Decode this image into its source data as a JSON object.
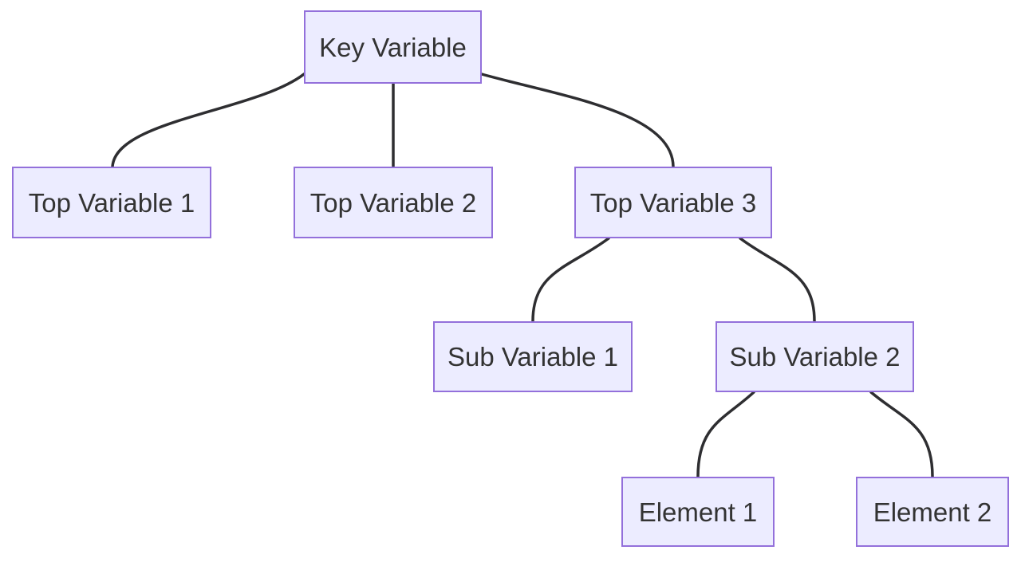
{
  "diagram": {
    "type": "tree-flowchart",
    "title": "",
    "nodes": [
      {
        "id": "key",
        "label": "Key Variable",
        "level": 0
      },
      {
        "id": "top1",
        "label": "Top Variable 1",
        "level": 1
      },
      {
        "id": "top2",
        "label": "Top Variable 2",
        "level": 1
      },
      {
        "id": "top3",
        "label": "Top Variable 3",
        "level": 1
      },
      {
        "id": "sub1",
        "label": "Sub Variable 1",
        "level": 2
      },
      {
        "id": "sub2",
        "label": "Sub Variable 2",
        "level": 2
      },
      {
        "id": "el1",
        "label": "Element 1",
        "level": 3
      },
      {
        "id": "el2",
        "label": "Element 2",
        "level": 3
      }
    ],
    "edges": [
      {
        "from": "Key Variable",
        "to": "Top Variable 1"
      },
      {
        "from": "Key Variable",
        "to": "Top Variable 2"
      },
      {
        "from": "Key Variable",
        "to": "Top Variable 3"
      },
      {
        "from": "Top Variable 3",
        "to": "Sub Variable 1"
      },
      {
        "from": "Top Variable 3",
        "to": "Sub Variable 2"
      },
      {
        "from": "Sub Variable 2",
        "to": "Element 1"
      },
      {
        "from": "Sub Variable 2",
        "to": "Element 2"
      }
    ],
    "colors": {
      "node_fill": "#ECECFF",
      "node_border": "#9370DB",
      "edge_stroke": "#2e2e31",
      "text": "#333333",
      "background": "#FFFFFF"
    }
  }
}
